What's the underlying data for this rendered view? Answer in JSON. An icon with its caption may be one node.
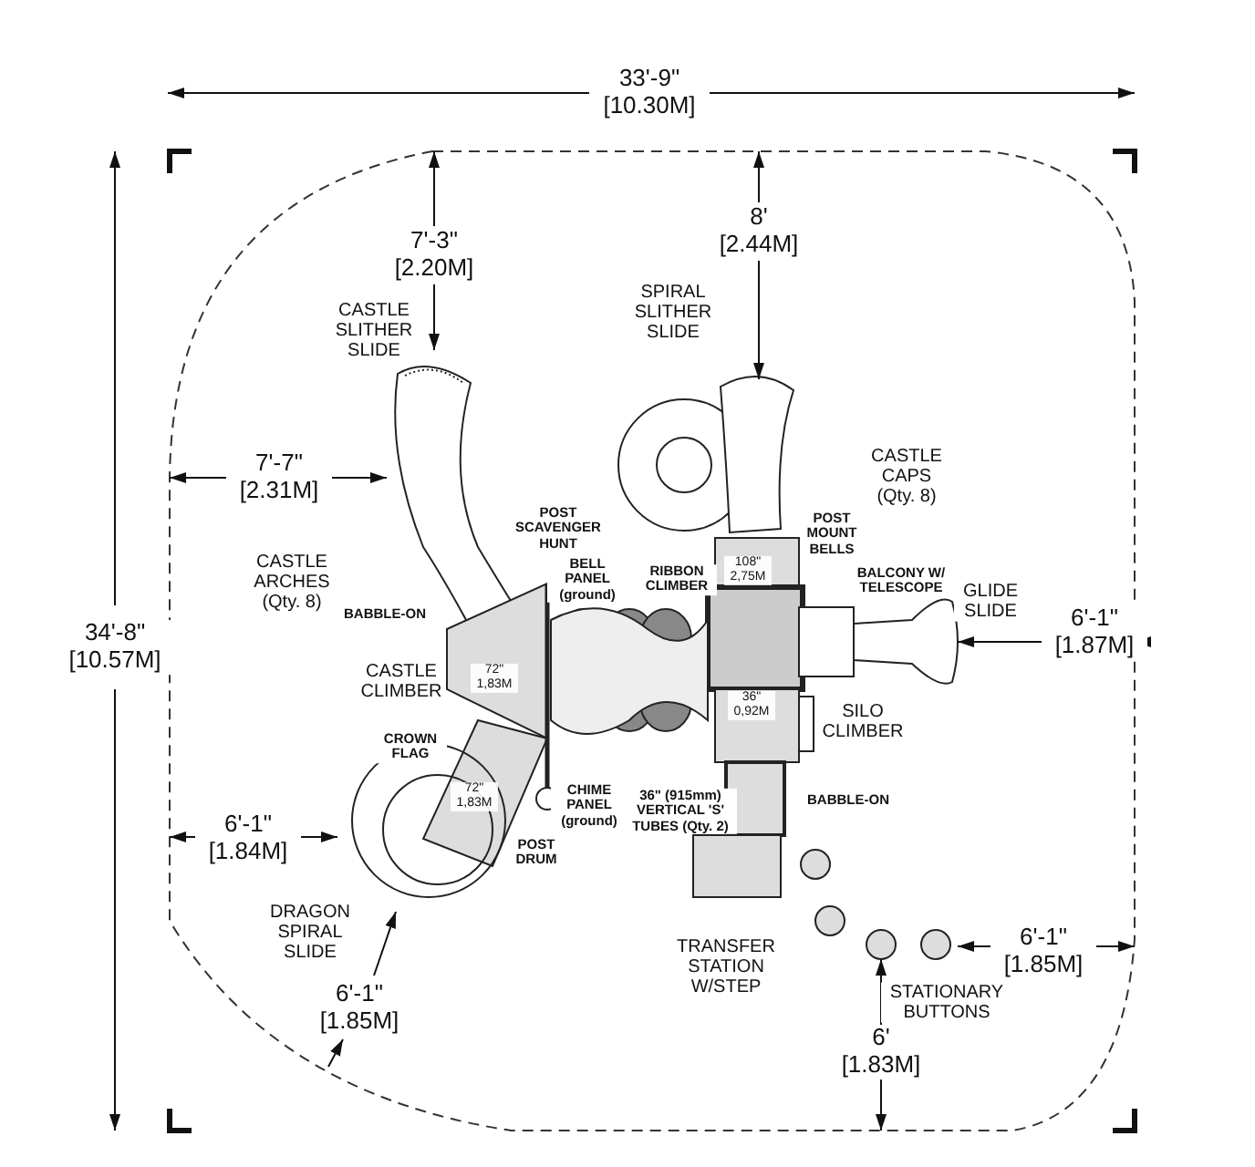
{
  "diagram": {
    "labels": [
      "33'-9\" [10.30M]",
      "7'-3\" [2.20M]",
      "8' [2.44M]",
      "34'-8\" [10.57M]",
      "CASTLE SLITHER SLIDE",
      "SPIRAL SLITHER SLIDE",
      "7'-7\" [2.31M]",
      "CASTLE CAPS (Qty. 8)",
      "POST SCAVENGER HUNT",
      "POST MOUNT BELLS",
      "CASTLE ARCHES (Qty. 8)",
      "BELL PANEL (ground)",
      "RIBBON CLIMBER",
      "BALCONY W/ TELESCOPE",
      "GLIDE SLIDE",
      "108\" 2,75M",
      "BABBLE-ON",
      "6'-1\" [1.87M]",
      "CASTLE CLIMBER",
      "72\" 1,83M",
      "36\" 0,92M",
      "SILO CLIMBER",
      "CROWN FLAG",
      "72\" 1,83M",
      "CHIME PANEL (ground)",
      "36\" (915mm) VERTICAL 'S' TUBES (Qty. 2)",
      "BABBLE-ON",
      "6'-1\" [1.84M]",
      "POST DRUM",
      "DRAGON SPIRAL SLIDE",
      "TRANSFER STATION W/STEP",
      "6'-1\" [1.85M]",
      "STATIONARY BUTTONS",
      "6'-1\" [1.85M]",
      "6' [1.83M]"
    ]
  }
}
